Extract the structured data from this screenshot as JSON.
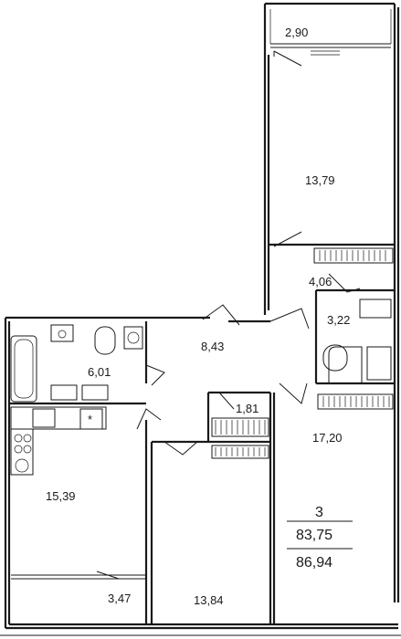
{
  "rooms": {
    "balcony_top": "2,90",
    "bedroom_top": "13,79",
    "corridor_small": "4,06",
    "bathroom_right": "3,22",
    "hall": "8,43",
    "bathroom_left": "6,01",
    "closet": "1,81",
    "living_room": "17,20",
    "kitchen": "15,39",
    "balcony_bottom": "3,47",
    "bedroom_bottom": "13,84"
  },
  "summary": {
    "room_count": "3",
    "area_living": "83,75",
    "area_total": "86,94"
  }
}
